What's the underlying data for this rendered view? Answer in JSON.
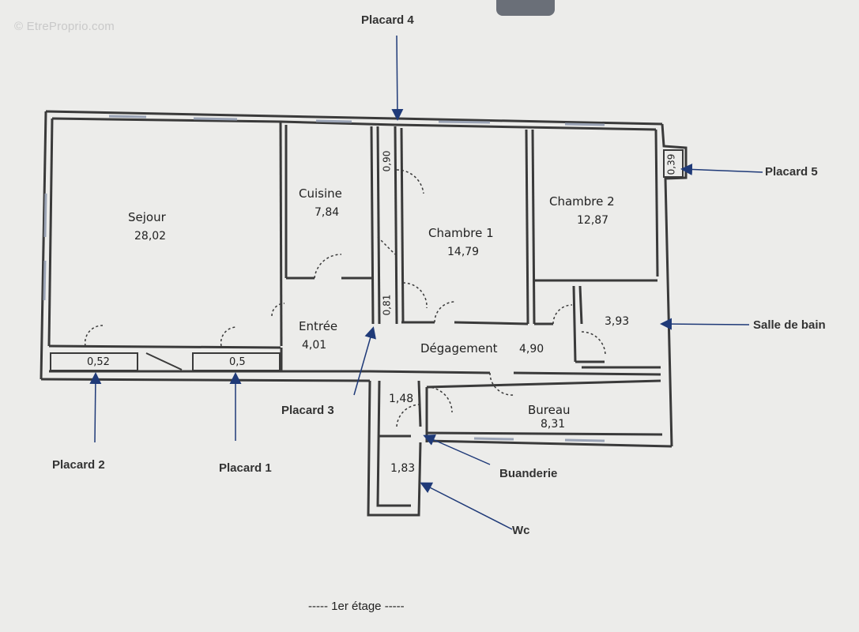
{
  "watermark": "© EtreProprio.com",
  "floor_label": "----- 1er étage -----",
  "rooms": {
    "sejour": {
      "name": "Sejour",
      "area": "28,02"
    },
    "cuisine": {
      "name": "Cuisine",
      "area": "7,84"
    },
    "chambre1": {
      "name": "Chambre 1",
      "area": "14,79"
    },
    "chambre2": {
      "name": "Chambre 2",
      "area": "12,87"
    },
    "entree": {
      "name": "Entrée",
      "area": "4,01"
    },
    "degagement": {
      "name": "Dégagement",
      "area": "4,90"
    },
    "salle_de_bain": {
      "area": "3,93"
    },
    "bureau": {
      "name": "Bureau",
      "area": "8,31"
    },
    "buanderie": {
      "area": "1,48"
    },
    "wc": {
      "area": "1,83"
    },
    "placard1": {
      "area": "0,5"
    },
    "placard2": {
      "area": "0,52"
    },
    "placard3": {
      "area": "0,81"
    },
    "placard4": {
      "area": "0,90"
    },
    "placard5": {
      "area": "0,39"
    }
  },
  "callouts": {
    "placard1": "Placard 1",
    "placard2": "Placard 2",
    "placard3": "Placard 3",
    "placard4": "Placard 4",
    "placard5": "Placard 5",
    "salle_de_bain": "Salle de bain",
    "buanderie": "Buanderie",
    "wc": "Wc"
  },
  "colors": {
    "wall": "#3a3a3a",
    "window": "#9aa3b5",
    "arrow": "#1f3a78",
    "paper": "#ececea"
  }
}
